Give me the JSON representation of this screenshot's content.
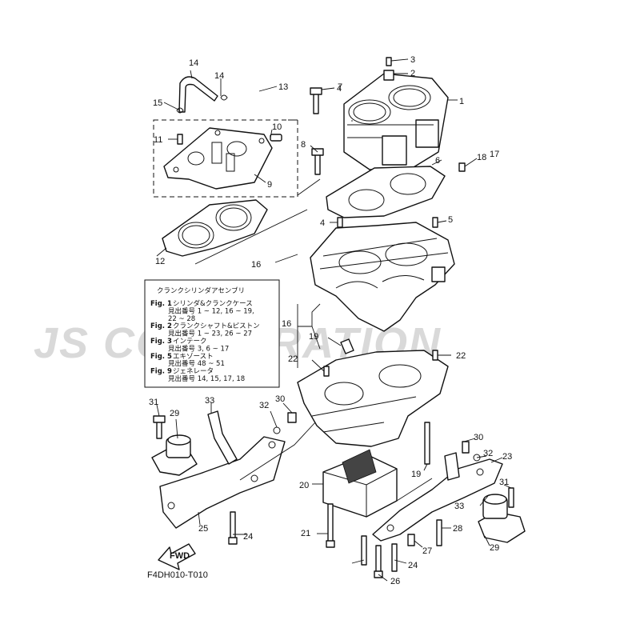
{
  "watermark": "JS CORPORATION",
  "diagram_code": "F4DH010-T010",
  "fwd_label": "FWD",
  "callouts": [
    "1",
    "2",
    "3",
    "4",
    "4",
    "5",
    "6",
    "7",
    "8",
    "9",
    "10",
    "11",
    "12",
    "13",
    "14",
    "14",
    "15",
    "16",
    "16",
    "17",
    "18",
    "19",
    "19",
    "20",
    "21",
    "22",
    "22",
    "23",
    "24",
    "24",
    "25",
    "26",
    "27",
    "28",
    "29",
    "29",
    "30",
    "30",
    "31",
    "31",
    "32",
    "32",
    "33",
    "33"
  ],
  "legend": {
    "title": "クランクシリンダアセンブリ",
    "lines": [
      {
        "fig": "Fig. 1",
        "text": "シリンダ&クランクケース"
      },
      {
        "fig": "",
        "text": "見出番号 1 ~ 12, 16 ~ 19,"
      },
      {
        "fig": "",
        "text": "22 ~ 28"
      },
      {
        "fig": "Fig. 2",
        "text": "クランクシャフト&ピストン"
      },
      {
        "fig": "",
        "text": "見出番号 1 ~ 23, 26 ~ 27"
      },
      {
        "fig": "Fig. 3",
        "text": "インテーク"
      },
      {
        "fig": "",
        "text": "見出番号 3, 6 ~ 17"
      },
      {
        "fig": "Fig. 5",
        "text": "エキゾースト"
      },
      {
        "fig": "",
        "text": "見出番号 48 ~ 51"
      },
      {
        "fig": "Fig. 9",
        "text": "ジェネレータ"
      },
      {
        "fig": "",
        "text": "見出番号 14, 15, 17, 18"
      }
    ]
  }
}
